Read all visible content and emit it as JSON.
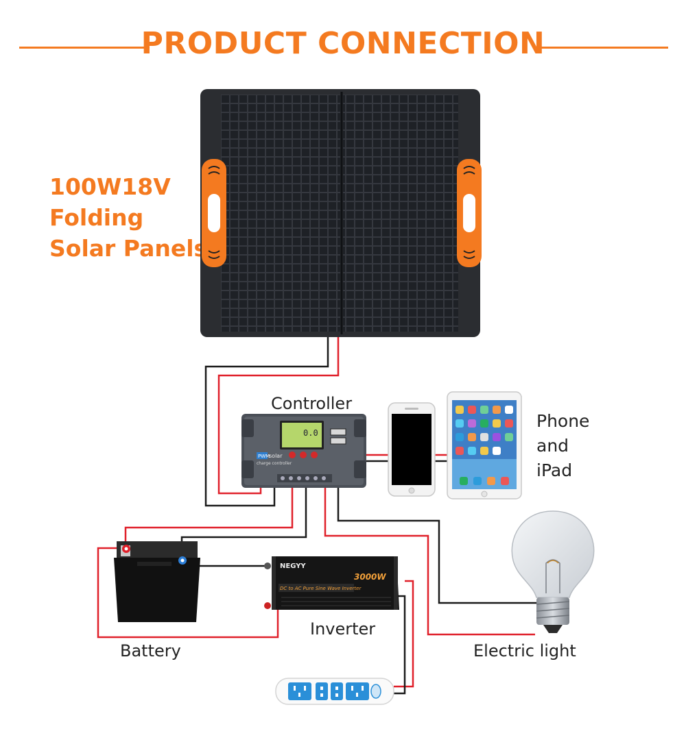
{
  "title": "PRODUCT CONNECTION",
  "panel_label": [
    "100W18V",
    "Folding",
    "Solar Panels"
  ],
  "labels": {
    "controller": "Controller",
    "phone_ipad": [
      "Phone",
      "and",
      "iPad"
    ],
    "battery": "Battery",
    "inverter": "Inverter",
    "electric_light": "Electric light"
  },
  "inverter_text": {
    "brand": "NEGYY",
    "wattage": "3000W",
    "band": "DC to AC Pure Sine Wave Inverter"
  },
  "controller_text": {
    "brand_box": "PWM",
    "brand": "solar",
    "subtitle": "charge controller"
  },
  "colors": {
    "accent": "#f47a20",
    "wire_red": "#e0202a",
    "wire_black": "#1a1a1a",
    "panel": "#2b2d31",
    "cell": "#1c1f24"
  },
  "icons": [
    "solar-panel-icon",
    "charge-controller-icon",
    "phone-icon",
    "tablet-icon",
    "battery-icon",
    "inverter-icon",
    "light-bulb-icon",
    "power-strip-icon"
  ]
}
